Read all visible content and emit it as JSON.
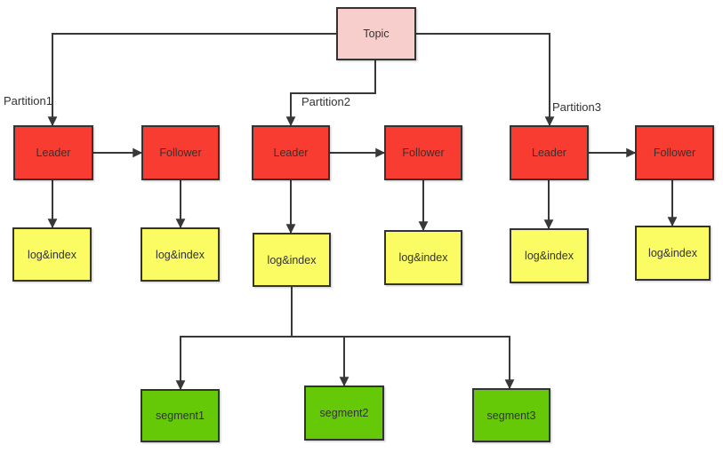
{
  "topic": {
    "label": "Topic"
  },
  "partitions": [
    {
      "label": "Partition1",
      "leader": "Leader",
      "follower": "Follower",
      "leader_log": "log&index",
      "follower_log": "log&index"
    },
    {
      "label": "Partition2",
      "leader": "Leader",
      "follower": "Follower",
      "leader_log": "log&index",
      "follower_log": "log&index"
    },
    {
      "label": "Partition3",
      "leader": "Leader",
      "follower": "Follower",
      "leader_log": "log&index",
      "follower_log": "log&index"
    }
  ],
  "segments": [
    {
      "label": "segment1"
    },
    {
      "label": "segment2"
    },
    {
      "label": "segment3"
    }
  ],
  "colors": {
    "topic_fill": "#f8cecc",
    "replica_fill": "#f93c32",
    "log_fill": "#fbfb63",
    "segment_fill": "#65c908",
    "border": "#333333",
    "connector": "#383838",
    "text": "#333333",
    "background": "#ffffff"
  }
}
